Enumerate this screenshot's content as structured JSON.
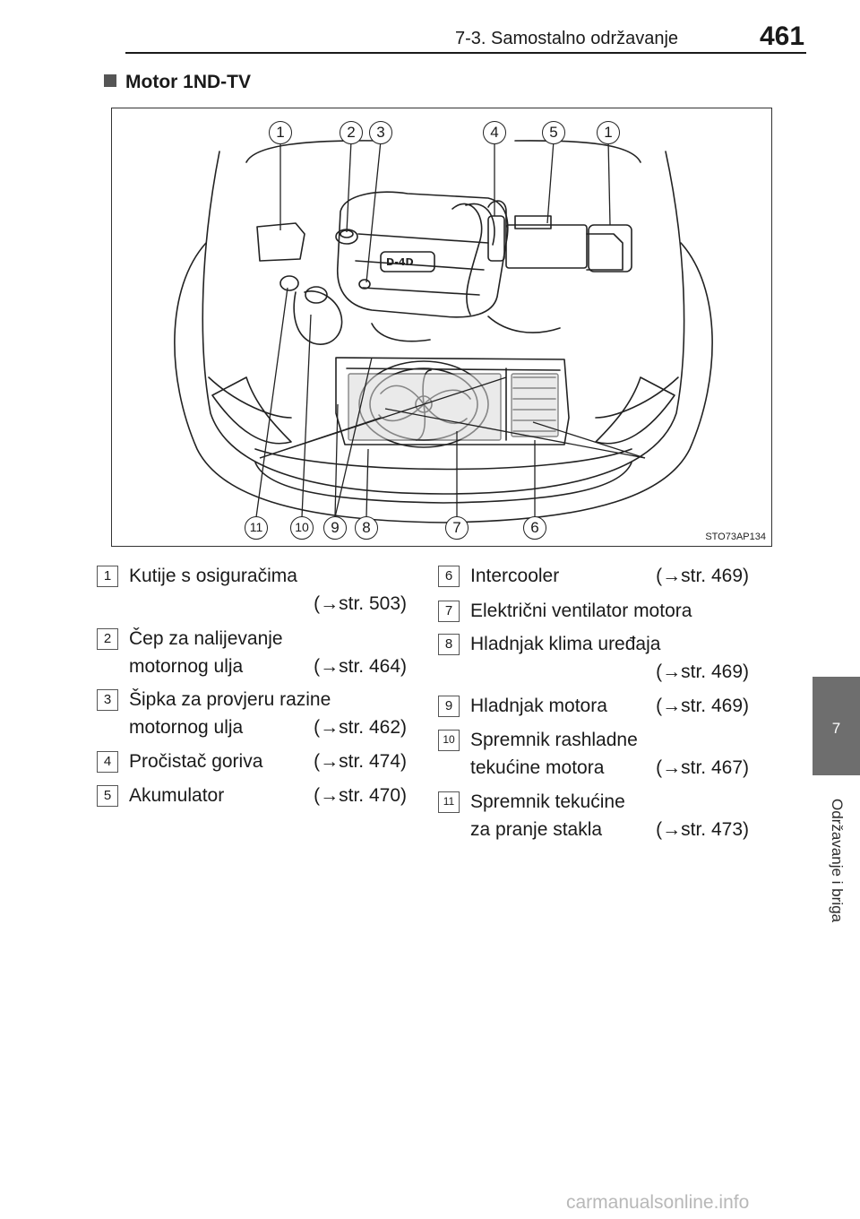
{
  "header": {
    "section": "7-3. Samostalno održavanje",
    "page_number": "461"
  },
  "side_tab": {
    "number": "7",
    "label": "Održavanje i briga"
  },
  "section_title": "Motor 1ND-TV",
  "figure": {
    "code": "STO73AP134",
    "engine_badge": "D-4D",
    "top_callouts": [
      "1",
      "2",
      "3",
      "4",
      "5",
      "1"
    ],
    "bottom_callouts": [
      "11",
      "10",
      "9",
      "8",
      "7",
      "6"
    ]
  },
  "legend_left": [
    {
      "num": "1",
      "line1": "Kutije s osiguračima",
      "line2": "",
      "ref": "(→str. 503)"
    },
    {
      "num": "2",
      "line1": "Čep za nalijevanje",
      "line2": "motornog ulja",
      "ref": "(→str. 464)"
    },
    {
      "num": "3",
      "line1": "Šipka za provjeru razine",
      "line2": "motornog ulja",
      "ref": "(→str. 462)"
    },
    {
      "num": "4",
      "line1": "Pročistač goriva",
      "line2": "",
      "ref": "(→str. 474)"
    },
    {
      "num": "5",
      "line1": "Akumulator",
      "line2": "",
      "ref": "(→str. 470)"
    }
  ],
  "legend_right": [
    {
      "num": "6",
      "line1": "Intercooler",
      "line2": "",
      "ref": "(→str. 469)"
    },
    {
      "num": "7",
      "line1": "Električni ventilator motora",
      "line2": "",
      "ref": ""
    },
    {
      "num": "8",
      "line1": "Hladnjak klima uređaja",
      "line2": "",
      "ref": "(→str. 469)"
    },
    {
      "num": "9",
      "line1": "Hladnjak motora",
      "line2": "",
      "ref": "(→str. 469)"
    },
    {
      "num": "10",
      "line1": "Spremnik rashladne",
      "line2": "tekućine motora",
      "ref": "(→str. 467)"
    },
    {
      "num": "11",
      "line1": "Spremnik tekućine",
      "line2": "za pranje stakla",
      "ref": "(→str. 473)"
    }
  ],
  "watermark": "carmanualsonline.info"
}
